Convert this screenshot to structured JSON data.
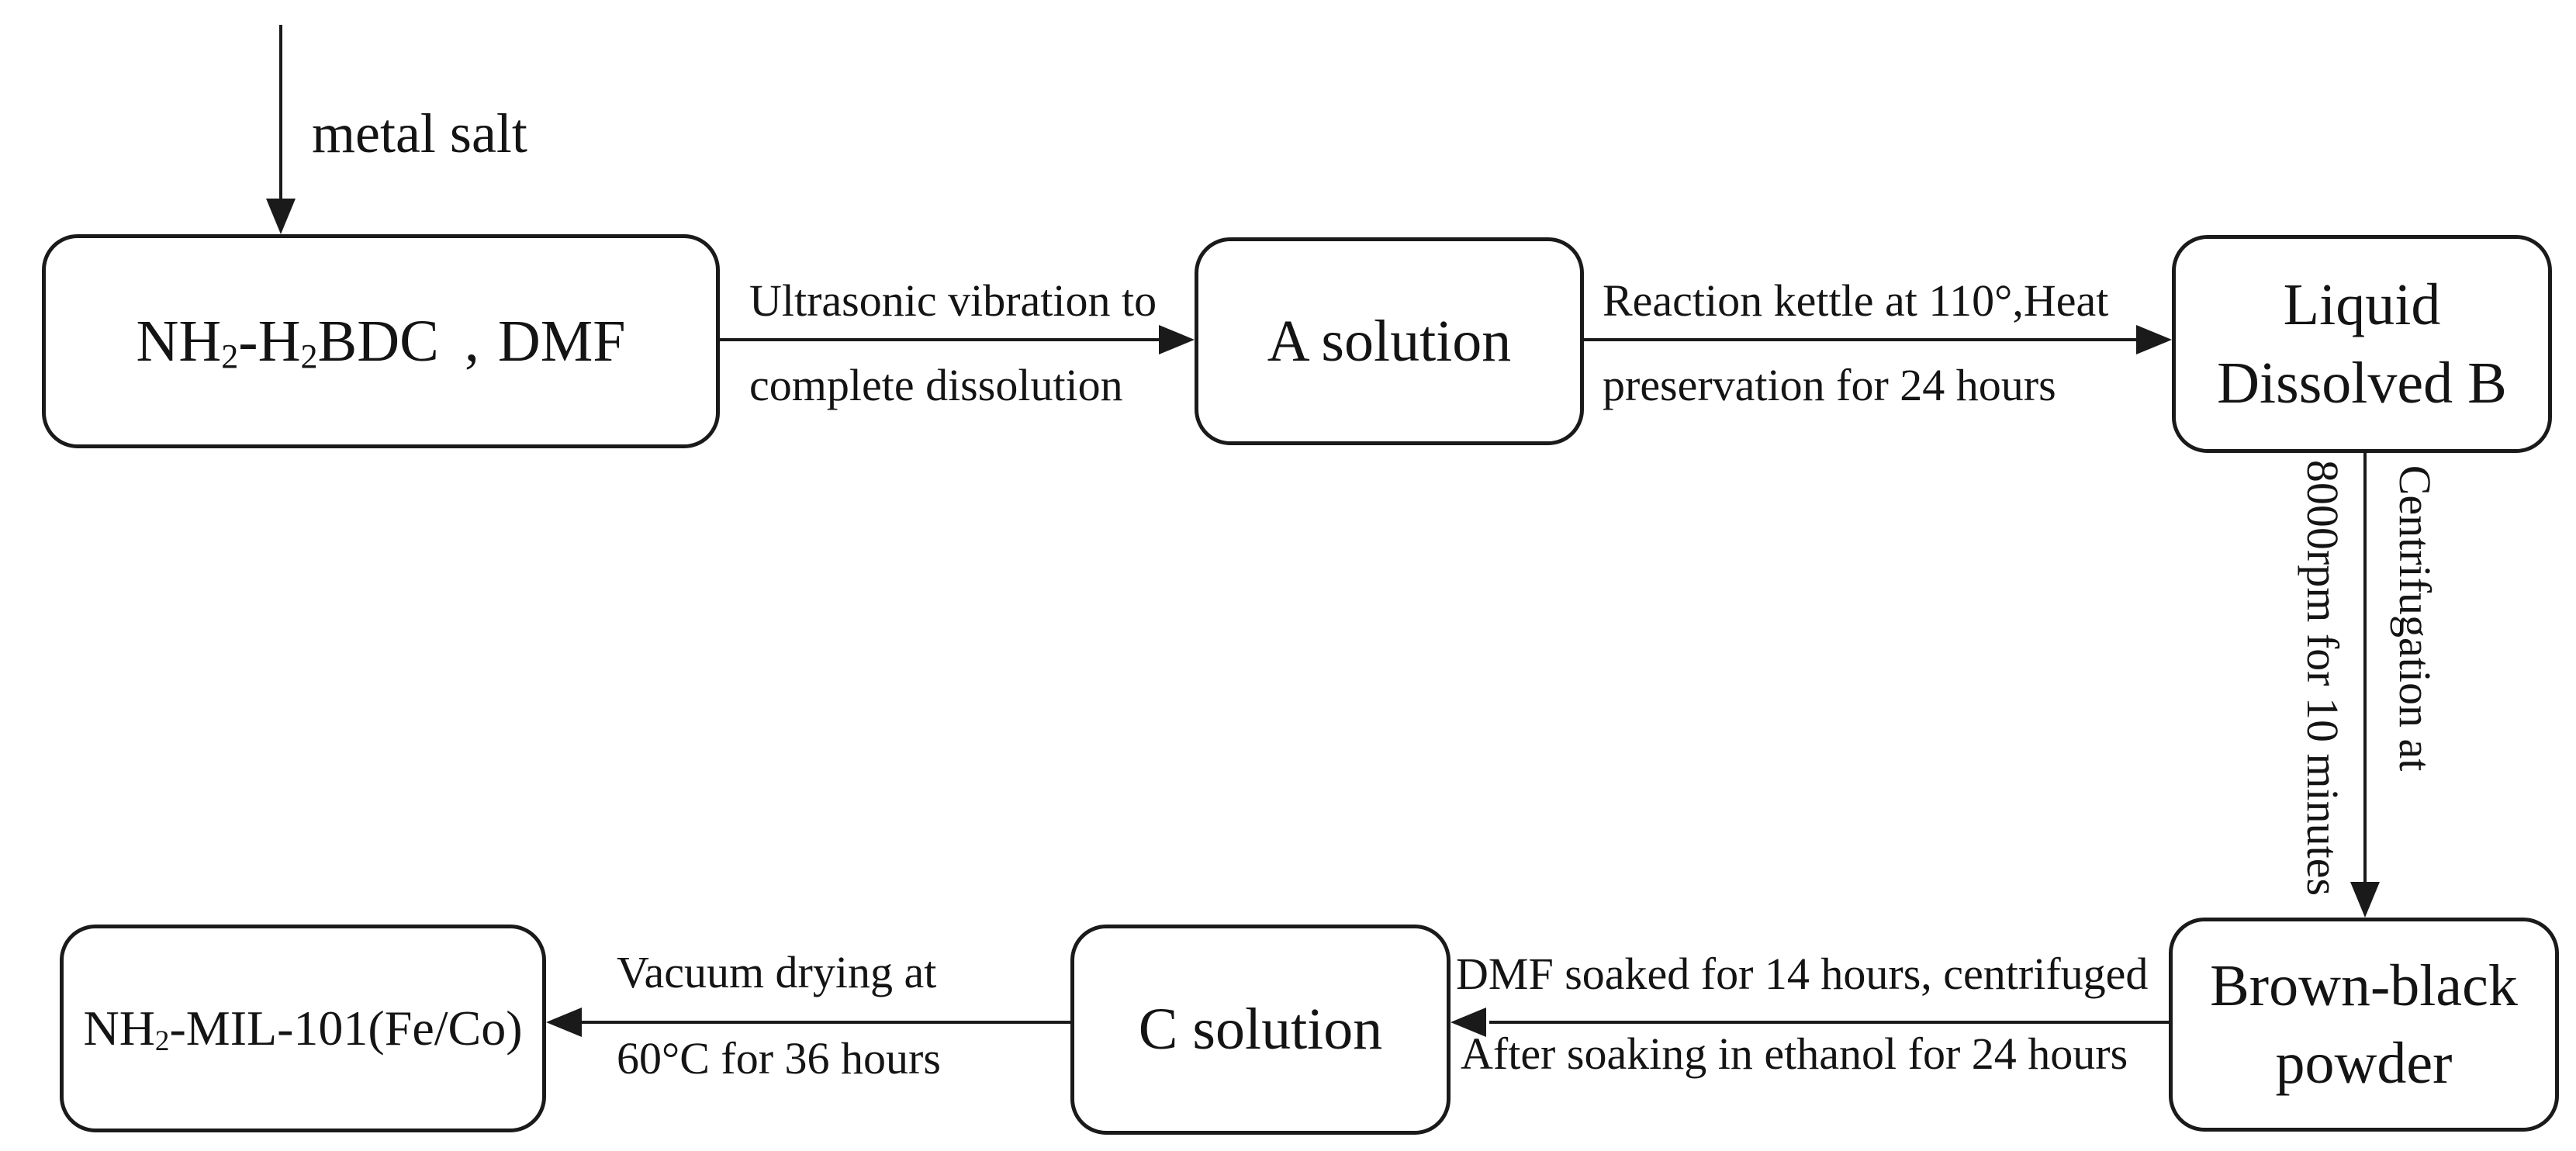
{
  "diagram": {
    "type": "flowchart",
    "background_color": "#ffffff",
    "line_color": "#1a1a1a",
    "text_color": "#141414",
    "nodes": [
      {
        "id": "reagents",
        "label": "NH₂-H₂BDC、DMF",
        "segments": [
          {
            "t": "NH"
          },
          {
            "t": "2",
            "sub": true
          },
          {
            "t": "-H"
          },
          {
            "t": "2",
            "sub": true
          },
          {
            "t": "BDC"
          },
          {
            "t": "、",
            "comma": true
          },
          {
            "t": "DMF"
          }
        ]
      },
      {
        "id": "a-solution",
        "label": "A solution",
        "lines": [
          "A solution"
        ]
      },
      {
        "id": "liquid-dissolved-b",
        "label": "Liquid Dissolved B",
        "lines": [
          "Liquid",
          "Dissolved B"
        ]
      },
      {
        "id": "brown-black-powder",
        "label": "Brown-black powder",
        "lines": [
          "Brown-black",
          "powder"
        ]
      },
      {
        "id": "c-solution",
        "label": "C solution",
        "lines": [
          "C solution"
        ]
      },
      {
        "id": "product",
        "label": "NH₂-MIL-101(Fe/Co)",
        "segments": [
          {
            "t": "NH"
          },
          {
            "t": "2",
            "sub": true
          },
          {
            "t": "-MIL-101(Fe/Co)"
          }
        ]
      }
    ],
    "edges": [
      {
        "id": "metal-salt-input",
        "label_lines": [
          "metal salt"
        ]
      },
      {
        "id": "to-a-solution",
        "label_lines": [
          "Ultrasonic vibration to",
          "complete dissolution"
        ]
      },
      {
        "id": "to-liquid-b",
        "label_lines": [
          "Reaction kettle at 110°,Heat",
          "preservation for 24 hours"
        ]
      },
      {
        "id": "to-brown-black",
        "label_lines": [
          "Centrifugation at",
          "8000rpm for 10 minutes"
        ]
      },
      {
        "id": "to-c-solution",
        "label_lines": [
          "DMF soaked for 14 hours, centrifuged",
          "After soaking in ethanol for 24 hours"
        ]
      },
      {
        "id": "to-product",
        "label_lines": [
          "Vacuum drying at",
          "60°C for 36 hours"
        ]
      }
    ]
  }
}
